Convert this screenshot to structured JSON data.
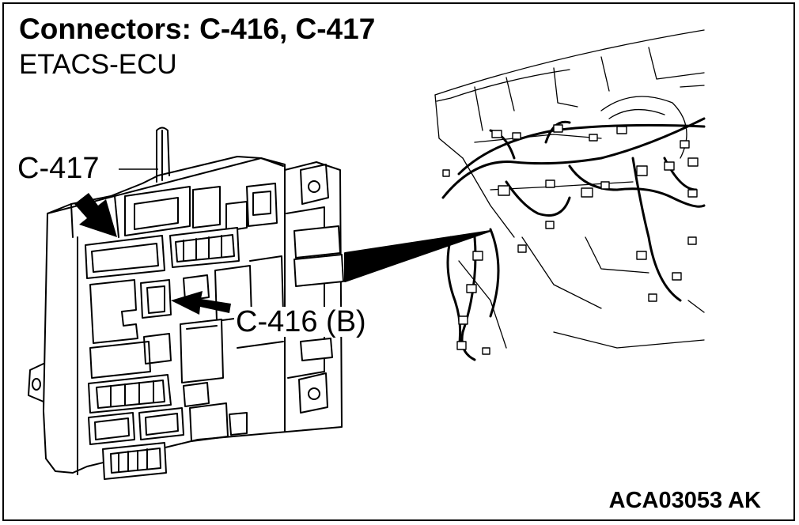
{
  "title": "Connectors: C-416, C-417",
  "subtitle": "ETACS-ECU",
  "callouts": {
    "c417": "C-417",
    "c416": "C-416 (B)"
  },
  "figure_id": "ACA03053 AK",
  "colors": {
    "ink": "#000000",
    "paper": "#ffffff"
  }
}
